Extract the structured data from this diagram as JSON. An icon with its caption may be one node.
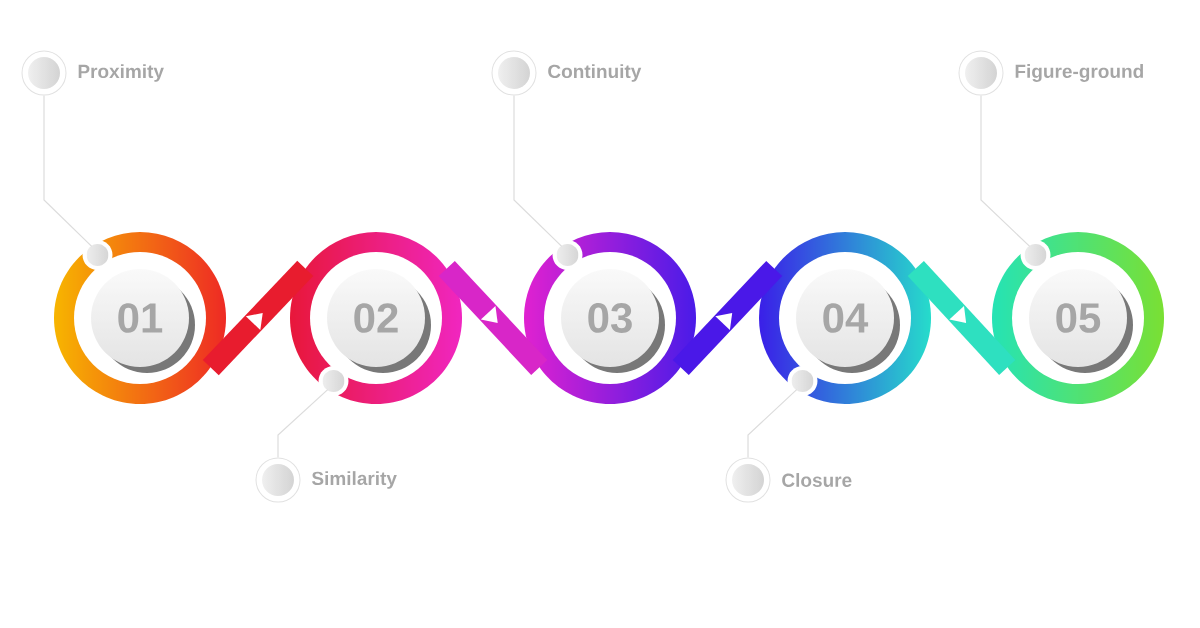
{
  "diagram": {
    "nodes": [
      {
        "text": [
          "Proximity"
        ]
      },
      {
        "text": [
          "Continuity"
        ]
      },
      {
        "text": [
          "Figure-ground"
        ]
      },
      {
        "text": [
          "01"
        ]
      },
      {
        "text": [
          "02"
        ]
      },
      {
        "text": [
          "03"
        ]
      },
      {
        "text": [
          "04"
        ]
      },
      {
        "text": [
          "05"
        ]
      },
      {
        "text": [
          "Similarity"
        ]
      },
      {
        "text": [
          "Closure"
        ]
      }
    ],
    "edges": [
      {
        "from": 3,
        "to": 4,
        "arrow": "to",
        "style": "thick",
        "color": "#e81c2e"
      },
      {
        "from": 4,
        "to": 5,
        "arrow": "to",
        "style": "thick",
        "color": "#d826c8"
      },
      {
        "from": 5,
        "to": 6,
        "arrow": "to",
        "style": "thick",
        "color": "#4a18e8"
      },
      {
        "from": 6,
        "to": 7,
        "arrow": "to",
        "style": "thick",
        "color": "#2ee0c0"
      },
      {
        "from": 0,
        "to": 3,
        "arrow": "none"
      },
      {
        "from": 8,
        "to": 4,
        "arrow": "none"
      },
      {
        "from": 1,
        "to": 5,
        "arrow": "none"
      },
      {
        "from": 9,
        "to": 6,
        "arrow": "none"
      },
      {
        "from": 2,
        "to": 7,
        "arrow": "none"
      }
    ]
  }
}
